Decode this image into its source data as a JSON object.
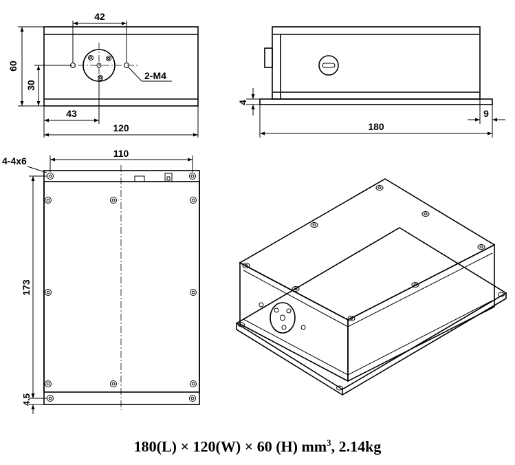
{
  "dimensions": {
    "front_mount_spacing": "42",
    "front_height": "60",
    "front_center_height": "30",
    "front_thread": "2-M4",
    "front_offset": "43",
    "front_width": "120",
    "side_flange_thickness": "4",
    "side_flange_extension": "9",
    "side_length": "180",
    "top_holes": "4-4x6",
    "top_hole_spacing_x": "110",
    "top_hole_spacing_y": "173",
    "top_edge_offset": "4.5"
  },
  "caption": {
    "prefix": "180(L) × 120(W) × 60 (H) mm",
    "superscript": "3",
    "suffix": ", 2.14kg"
  }
}
